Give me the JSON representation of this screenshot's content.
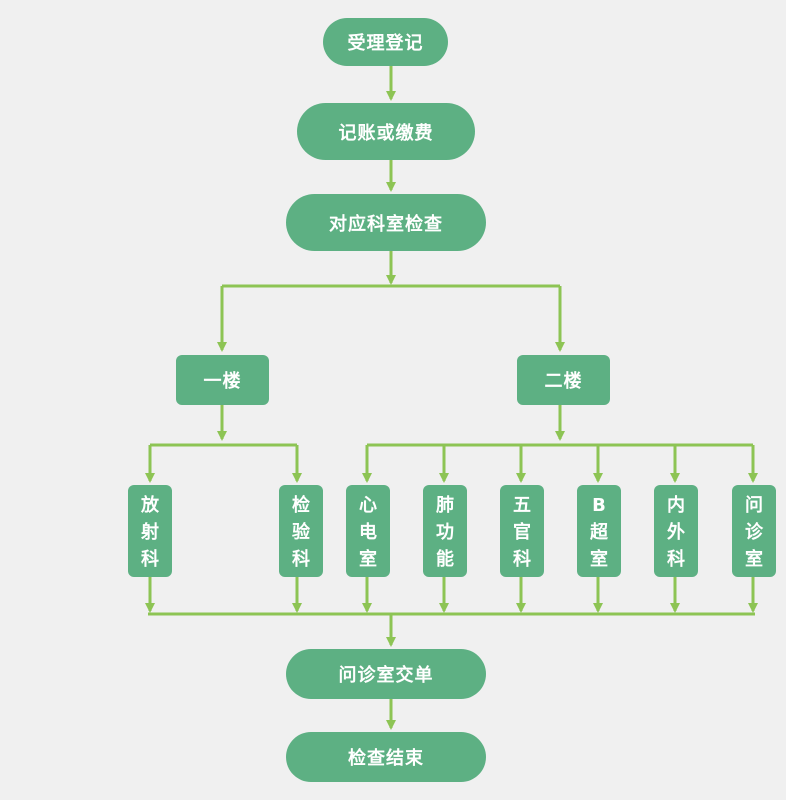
{
  "colors": {
    "node": "#5db083",
    "connector": "#8dc454",
    "background": "#f0f0f0",
    "text": "#ffffff"
  },
  "nodes": {
    "register": "受理登记",
    "pay": "记账或缴费",
    "dept_exam": "对应科室检查",
    "floor1": "一楼",
    "floor2": "二楼",
    "radiology": "放射科",
    "lab": "检验科",
    "ecg": "心电室",
    "lung_function": "肺功能",
    "ent": "五官科",
    "ultrasound": "B超室",
    "internal_surgery": "内外科",
    "consult_room": "问诊室",
    "submit": "问诊室交单",
    "end": "检查结束"
  }
}
